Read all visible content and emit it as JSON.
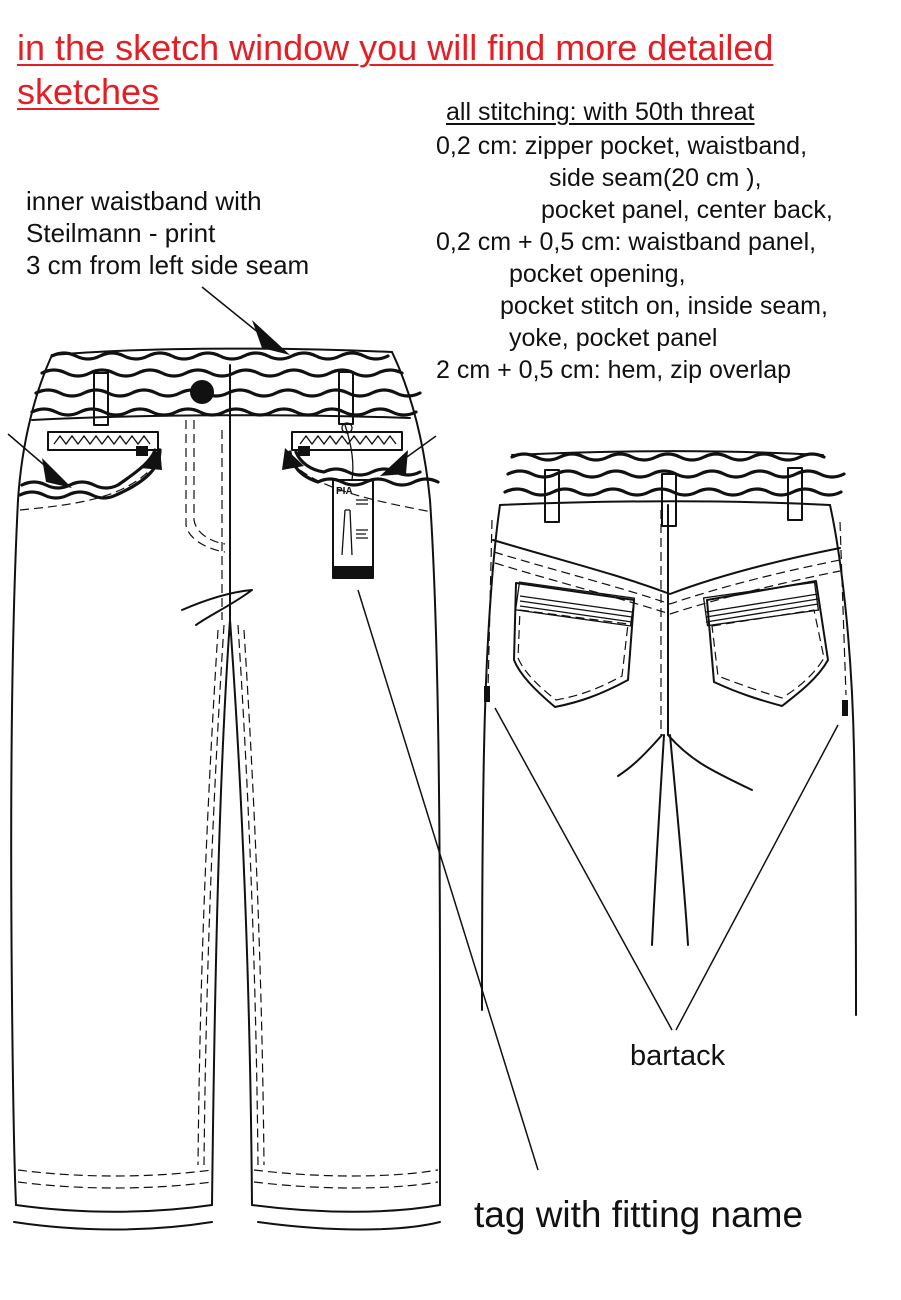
{
  "header": {
    "line1": "in the sketch window you will find more detailed",
    "line2": "sketches",
    "color": "#e31e24"
  },
  "waistband_note": {
    "line1": "inner waistband with",
    "line2": "Steilmann - print",
    "line3": "3 cm from left side seam"
  },
  "stitching": {
    "title": "all stitching:  with 50th threat",
    "lines": [
      "0,2 cm:  zipper pocket, waistband,",
      "side seam(20 cm ),",
      "pocket panel, center back,",
      "0,2 cm + 0,5 cm: waistband panel,",
      "pocket opening,",
      "pocket stitch on, inside seam,",
      "yoke, pocket panel",
      "2 cm + 0,5 cm: hem, zip overlap"
    ]
  },
  "labels": {
    "bartack": "bartack",
    "tag": "tag with fitting name"
  },
  "hang_tag": {
    "brand": "PIA"
  }
}
